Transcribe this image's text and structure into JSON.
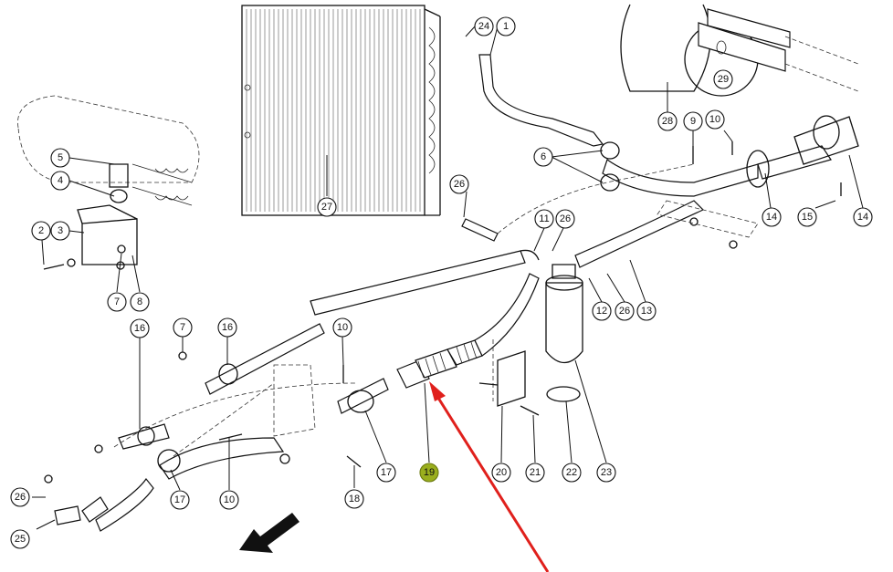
{
  "diagram": {
    "highlighted_part": "19",
    "highlight_color": "#9aae1d",
    "pointer_arrow_color": "#e0201c",
    "direction_arrow_color": "#111111",
    "callouts": [
      {
        "id": "c1",
        "label": "1"
      },
      {
        "id": "c24",
        "label": "24"
      },
      {
        "id": "c6",
        "label": "6"
      },
      {
        "id": "c26a",
        "label": "26"
      },
      {
        "id": "c27",
        "label": "27"
      },
      {
        "id": "c28",
        "label": "28"
      },
      {
        "id": "c29",
        "label": "29"
      },
      {
        "id": "c9",
        "label": "9"
      },
      {
        "id": "c10a",
        "label": "10"
      },
      {
        "id": "c14a",
        "label": "14"
      },
      {
        "id": "c14b",
        "label": "14"
      },
      {
        "id": "c15",
        "label": "15"
      },
      {
        "id": "c11",
        "label": "11"
      },
      {
        "id": "c26b",
        "label": "26"
      },
      {
        "id": "c12",
        "label": "12"
      },
      {
        "id": "c26c",
        "label": "26"
      },
      {
        "id": "c13",
        "label": "13"
      },
      {
        "id": "c5",
        "label": "5"
      },
      {
        "id": "c4",
        "label": "4"
      },
      {
        "id": "c3",
        "label": "3"
      },
      {
        "id": "c2",
        "label": "2"
      },
      {
        "id": "c7a",
        "label": "7"
      },
      {
        "id": "c8",
        "label": "8"
      },
      {
        "id": "c16a",
        "label": "16"
      },
      {
        "id": "c7b",
        "label": "7"
      },
      {
        "id": "c16b",
        "label": "16"
      },
      {
        "id": "c10b",
        "label": "10"
      },
      {
        "id": "c17a",
        "label": "17"
      },
      {
        "id": "c19",
        "label": "19"
      },
      {
        "id": "c20",
        "label": "20"
      },
      {
        "id": "c21",
        "label": "21"
      },
      {
        "id": "c22",
        "label": "22"
      },
      {
        "id": "c23",
        "label": "23"
      },
      {
        "id": "c18",
        "label": "18"
      },
      {
        "id": "c10c",
        "label": "10"
      },
      {
        "id": "c17b",
        "label": "17"
      },
      {
        "id": "c26d",
        "label": "26"
      },
      {
        "id": "c25",
        "label": "25"
      }
    ]
  }
}
